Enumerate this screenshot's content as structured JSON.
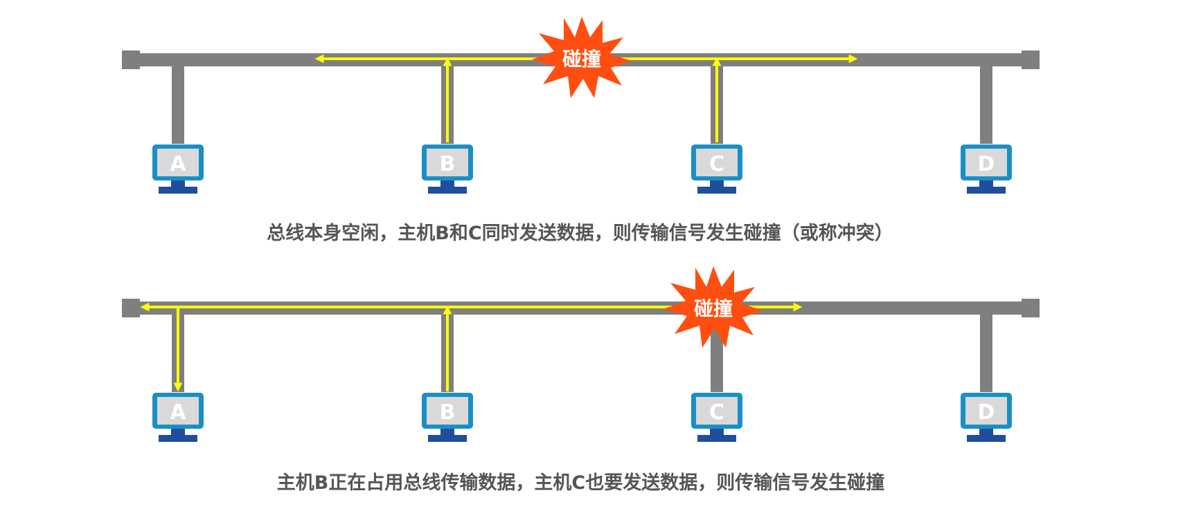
{
  "colors": {
    "bus": "#7f7f7f",
    "signal": "#ffff00",
    "monitor_frame": "#1a8fc4",
    "monitor_screen": "#d9d9d9",
    "monitor_stand": "#1f4e9c",
    "burst": "#ff4e10",
    "label_text": "#ffffff",
    "caption_text": "#555555"
  },
  "hosts": [
    "A",
    "B",
    "C",
    "D"
  ],
  "collision_label": "碰撞",
  "scenarios": [
    {
      "caption": "总线本身空闲，主机B和C同时发送数据，则传输信号发生碰撞（或称冲突）",
      "senders": [
        "B",
        "C"
      ]
    },
    {
      "caption": "主机B正在占用总线传输数据，主机C也要发送数据，则传输信号发生碰撞",
      "senders": [
        "B",
        "C"
      ]
    }
  ]
}
